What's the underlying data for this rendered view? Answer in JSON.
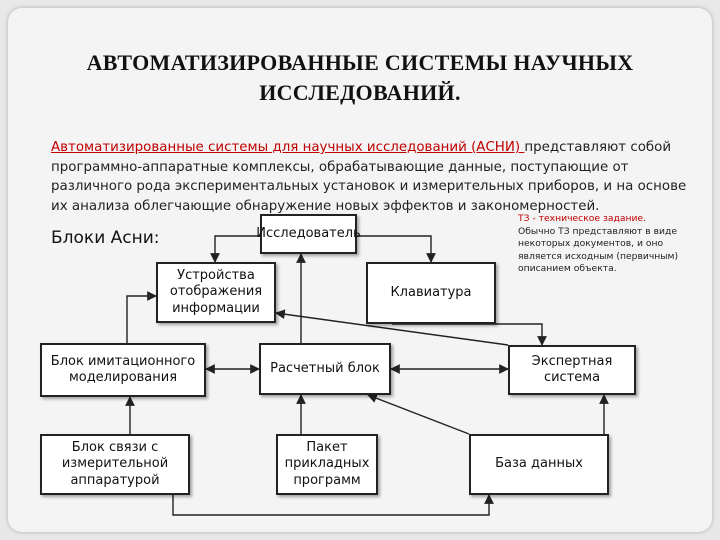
{
  "title": "АВТОМАТИЗИРОВАННЫЕ СИСТЕМЫ НАУЧНЫХ ИССЛЕДОВАНИЙ.",
  "intro": {
    "lead": "Автоматизированные системы для научных исследований (АСНИ) ",
    "rest": " представляют собой программно-аппаратные комплексы, обрабатывающие данные, поступающие от различного рода экспериментальных установок и измерительных приборов, и на основе их анализа облегчающие обнаружение новых эффектов и закономерностей."
  },
  "blocks_label": "Блоки Асни:",
  "note": {
    "line1": "ТЗ - техническое задание.",
    "line2": "Обычно ТЗ представляют в виде некоторых документов, и оно является исходным (первичным) описанием объекта."
  },
  "nodes": {
    "researcher": "Исследователь",
    "display": "Устройства\nотображения\nинформации",
    "keyboard": "Клавиатура",
    "simulation": "Блок имитационного\nмоделирования",
    "compute": "Расчетный блок",
    "expert": "Экспертная\nсистема",
    "link": "Блок связи с\nизмерительной\nаппаратурой",
    "package": "Пакет\nприкладных\nпрограмм",
    "database": "База данных"
  },
  "colors": {
    "accent_red": "#c00000",
    "box_border": "#222222",
    "arrow": "#222222"
  }
}
